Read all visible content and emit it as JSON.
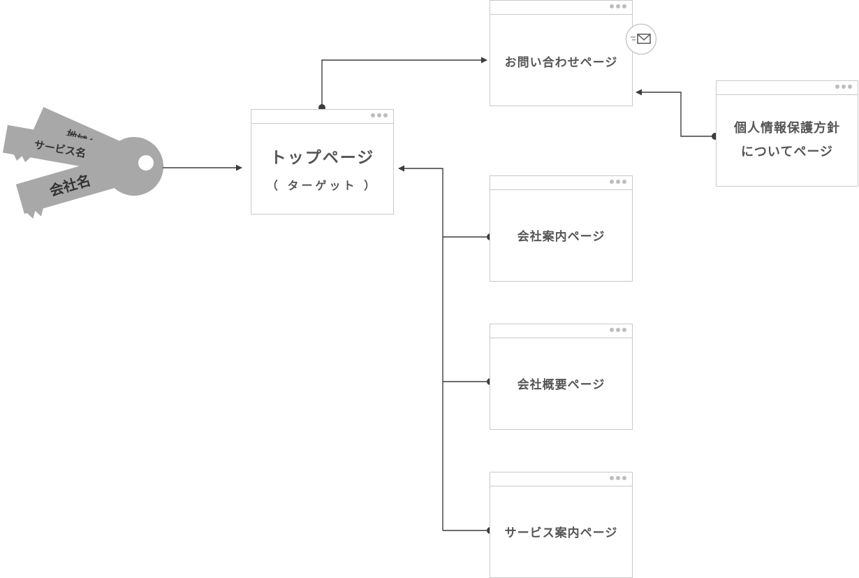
{
  "keys": {
    "region_label": "地域名",
    "service_label": "サービス名",
    "company_label": "会社名"
  },
  "pages": {
    "top": {
      "title": "トップページ",
      "subtitle": "（ ターゲット ）"
    },
    "contact": {
      "title": "お問い合わせページ"
    },
    "privacy": {
      "line1": "個人情報保護方針",
      "line2": "についてページ"
    },
    "company_intro": {
      "title": "会社案内ページ"
    },
    "company_overview": {
      "title": "会社概要ページ"
    },
    "service_intro": {
      "title": "サービス案内ページ"
    }
  },
  "colors": {
    "key_fill": "#a8a8a8",
    "box_border": "#c9c9c9",
    "connector": "#3c3c3c",
    "text": "#555555"
  },
  "icons": [
    "mail-icon",
    "window-dots-icon",
    "key-icon"
  ]
}
